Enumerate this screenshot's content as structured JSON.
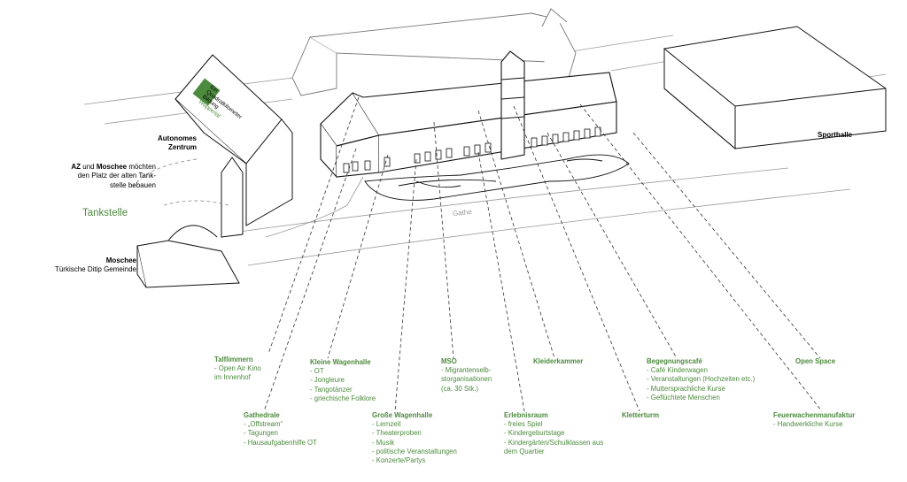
{
  "colors": {
    "accent": "#4c8a3d",
    "line": "#000000",
    "leader": "#333333",
    "muted": "#aaaaaa"
  },
  "buildings": {
    "autonomes_zentrum": "Autonomes\nZentrum",
    "logo_lines": [
      "Ein",
      "Quadratkilometer",
      "Bildung",
      "Wuppertal"
    ],
    "sporthalle": "Sporthalle",
    "gathe": "Gathe",
    "moschee_title": "Moschee",
    "moschee_sub": "Türkische Ditip Gemeinde",
    "az_note_pre": "AZ",
    "az_note_mid": " und ",
    "az_note_bold2": "Moschee",
    "az_note_rest": " möchten",
    "az_note_lines": [
      "den Platz der alten Tank-",
      "stelle bebauen"
    ],
    "tankstelle": "Tankstelle"
  },
  "annotations": [
    {
      "title": "Talflimmern",
      "items": [
        "- Open Air Kino",
        "im Innenhof"
      ]
    },
    {
      "title": "Gathedrale",
      "items": [
        "- „Offstream“",
        "- Tagungen",
        "- Hausaufgabenhilfe OT"
      ]
    },
    {
      "title": "Kleine Wagenhalle",
      "items": [
        "- OT",
        "- Jongleure",
        "- Tangotänzer",
        "- griechische Folklore"
      ]
    },
    {
      "title": "Große Wagenhalle",
      "items": [
        "- Lernzeit",
        "- Theaterproben",
        "- Musik",
        "- politische Veranstaltungen",
        "- Konzerte/Partys"
      ]
    },
    {
      "title": "MSO",
      "items": [
        "- Migrantenselb-",
        "storganisationen",
        "(ca. 30 Stk.)"
      ]
    },
    {
      "title": "Erlebnisraum",
      "items": [
        "- freies Spiel",
        "- Kindergeburtstage",
        "- Kindergärten/Schulklassen aus",
        "dem Quartier"
      ]
    },
    {
      "title": "Kleiderkammer",
      "items": []
    },
    {
      "title": "Kletterturm",
      "items": []
    },
    {
      "title": "Begegnungscafé",
      "items": [
        "- Café Kinderwagen",
        "- Veranstaltungen (Hochzeiten etc.)",
        "- Muttersprachliche Kurse",
        "- Geflüchtete Menschen"
      ]
    },
    {
      "title": "Open Space",
      "items": []
    },
    {
      "title": "Feuerwachenmanufaktur",
      "items": [
        "- Handwerkliche Kurse"
      ]
    }
  ]
}
